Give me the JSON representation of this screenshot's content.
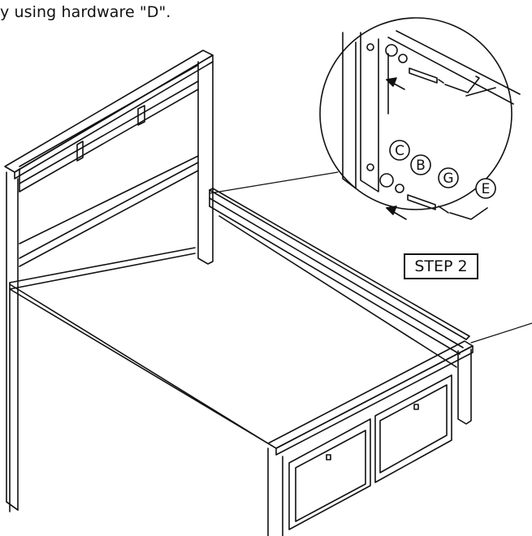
{
  "instruction_text": "y using hardware \"D\".",
  "step_label": "STEP 2",
  "callouts": {
    "c": "C",
    "b": "B",
    "g": "G",
    "e": "E"
  },
  "colors": {
    "ink": "#111111",
    "paper": "#ffffff"
  }
}
